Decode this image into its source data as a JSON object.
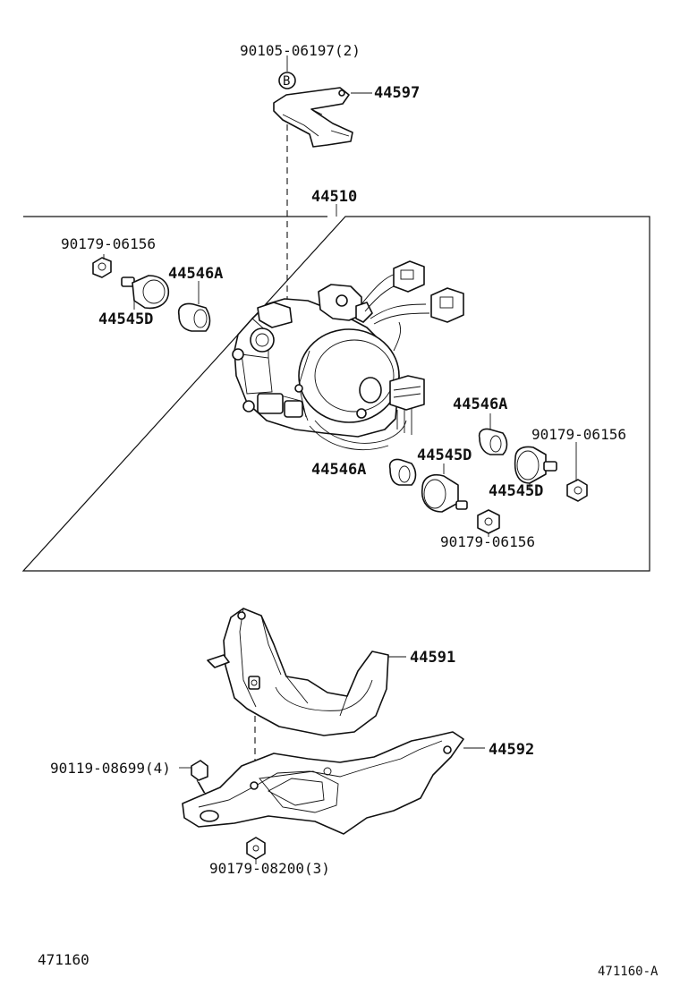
{
  "diagram": {
    "labels": {
      "bolt_top": "90105-06197(2)",
      "marker_b": "B",
      "bracket_top": "44597",
      "actuator_assy": "44510",
      "nut_ul": "90179-06156",
      "cushion_ul_a": "44546A",
      "cushion_ul_d": "44545D",
      "cushion_r_a": "44546A",
      "nut_r": "90179-06156",
      "cushion_c_d": "44545D",
      "cushion_l_a": "44546A",
      "cushion_r_d": "44545D",
      "nut_bottom": "90179-06156",
      "bracket_mid": "44591",
      "bracket_low": "44592",
      "bolt_left": "90119-08699(4)",
      "nut_low": "90179-08200(3)",
      "page_code": "471160",
      "ref_code": "471160-A"
    }
  }
}
